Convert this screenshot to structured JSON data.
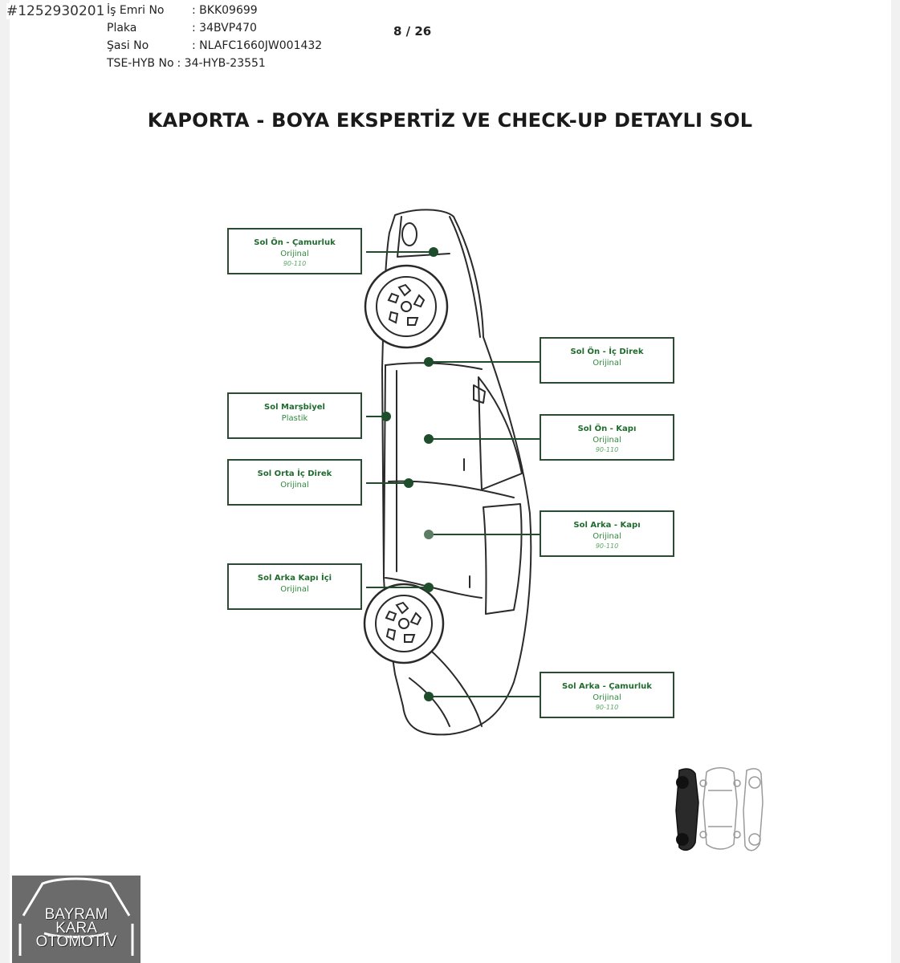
{
  "listing_id": "#1252930201",
  "meta": [
    {
      "label": "İş Emri No",
      "value": ": BKK09699"
    },
    {
      "label": "Plaka",
      "value": ": 34BVP470"
    },
    {
      "label": "Şasi No",
      "value": ": NLAFC1660JW001432"
    }
  ],
  "tse_line": {
    "label": "TSE-HYB No",
    "value": ": 34-HYB-23551"
  },
  "page_indicator": "8 / 26",
  "title": "KAPORTA - BOYA EKSPERTİZ VE CHECK-UP DETAYLI SOL",
  "parts": [
    {
      "name": "Sol Ön - Çamurluk",
      "status": "Orijinal",
      "range": "90-110"
    },
    {
      "name": "Sol Ön - İç Direk",
      "status": "Orijinal",
      "range": ""
    },
    {
      "name": "Sol Marşbiyel",
      "status": "Plastik",
      "range": ""
    },
    {
      "name": "Sol Ön - Kapı",
      "status": "Orijinal",
      "range": "90-110"
    },
    {
      "name": "Sol Orta İç Direk",
      "status": "Orijinal",
      "range": ""
    },
    {
      "name": "Sol Arka - Kapı",
      "status": "Orijinal",
      "range": "90-110"
    },
    {
      "name": "Sol Arka Kapı İçi",
      "status": "Orijinal",
      "range": ""
    },
    {
      "name": "Sol Arka - Çamurluk",
      "status": "Orijinal",
      "range": "90-110"
    }
  ],
  "logo": {
    "line1": "BAYRAM",
    "line2": "KARA",
    "line3": "OTOMOTİV"
  },
  "colors": {
    "accent_green": "#1f6b2e",
    "border": "#2d4a35",
    "dot": "#1e4d2b"
  }
}
